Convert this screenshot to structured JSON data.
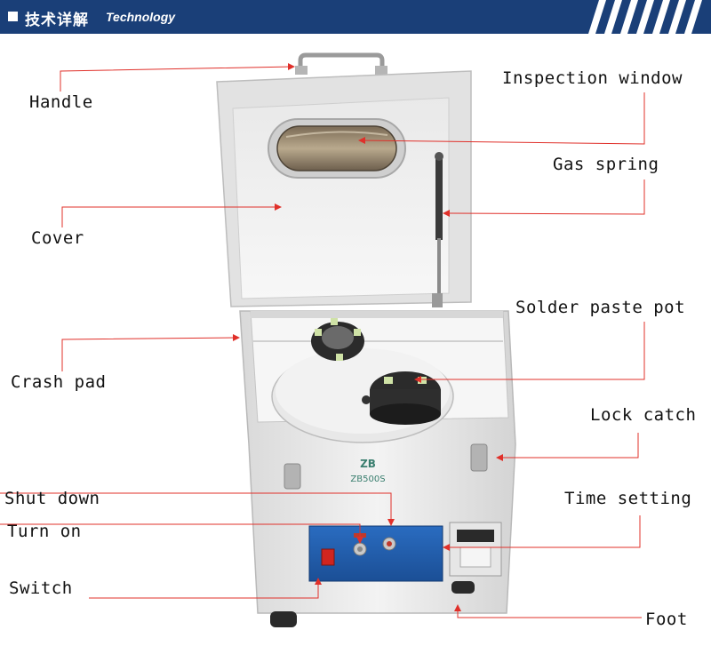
{
  "header": {
    "title_cn": "技术详解",
    "title_en": "Technology",
    "bar_color": "#1a3f78"
  },
  "machine": {
    "logo": "ZB",
    "model": "ZB500S"
  },
  "labels": {
    "handle": "Handle",
    "inspection_window": "Inspection window",
    "gas_spring": "Gas spring",
    "cover": "Cover",
    "solder_paste_pot": "Solder paste pot",
    "crash_pad": "Crash pad",
    "lock_catch": "Lock catch",
    "shut_down": "Shut down",
    "time_setting": "Time setting",
    "turn_on": "Turn on",
    "switch": "Switch",
    "foot": "Foot"
  },
  "colors": {
    "leader_line": "#e0302a",
    "body": "#ececec",
    "panel": "#1f5fb0"
  }
}
